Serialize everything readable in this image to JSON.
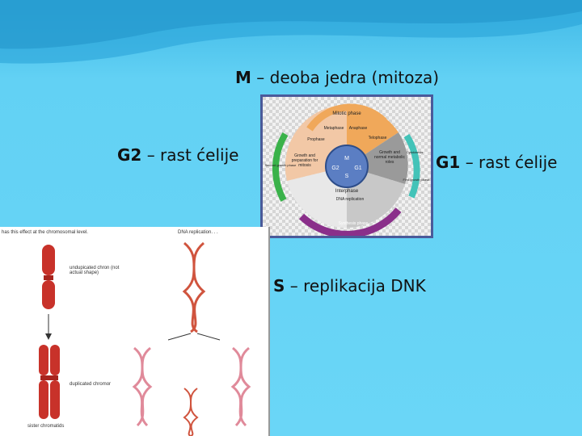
{
  "labels": {
    "m_key": "M",
    "m_text": " – deoba jedra (mitoza)",
    "g2_key": "G2",
    "g2_text": " – rast ćelije",
    "g1_key": "G1",
    "g1_text": " – rast ćelije",
    "s_key": "S",
    "s_text": " – replikacija DNK"
  },
  "cycle_diagram": {
    "outer": [
      "Mitotic phase",
      "Metaphase",
      "Anaphase",
      "Telophase",
      "Prophase",
      "Cytokinesis",
      "Second growth phase",
      "Synthesis phase",
      "First growth phase"
    ],
    "inner": [
      "Growth and preparation for mitosis",
      "Growth and normal metabolic roles",
      "DNA replication"
    ],
    "center": [
      "M",
      "G2",
      "G1",
      "S",
      "Interphase"
    ]
  },
  "dna_panel": {
    "caption_top_left": "has this effect at the chromosomal level.",
    "caption_top_right": "DNA replication. . .",
    "caption_unduplicated": "undupicated chron (not actual shape)",
    "caption_duplicated": "duplicated chromor",
    "caption_sister": "sister chromatids"
  },
  "colors": {
    "background": "#62d1f4",
    "chromosome": "#c8322a",
    "cycle_frame": "#4a5a9a"
  }
}
